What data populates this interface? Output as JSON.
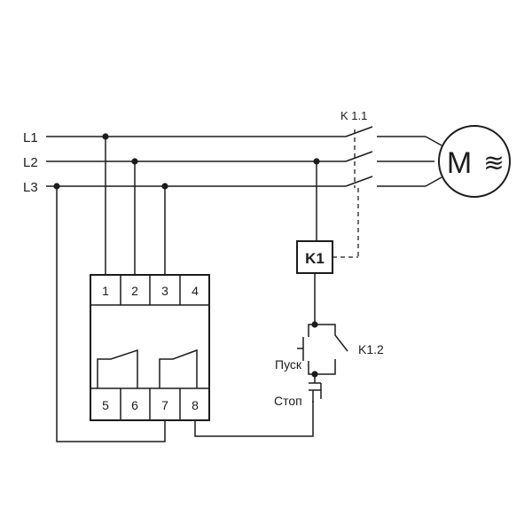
{
  "lines": {
    "l1": "L1",
    "l2": "L2",
    "l3": "L3"
  },
  "relay": {
    "top_terminals": [
      "1",
      "2",
      "3",
      "4"
    ],
    "bottom_terminals": [
      "5",
      "6",
      "7",
      "8"
    ]
  },
  "contactor": {
    "coil": "K1",
    "main_contacts": "K 1.1",
    "aux_contact": "K1.2"
  },
  "motor": {
    "letter": "M",
    "symbol": "≋"
  },
  "buttons": {
    "start": "Пуск",
    "stop": "Стоп"
  }
}
